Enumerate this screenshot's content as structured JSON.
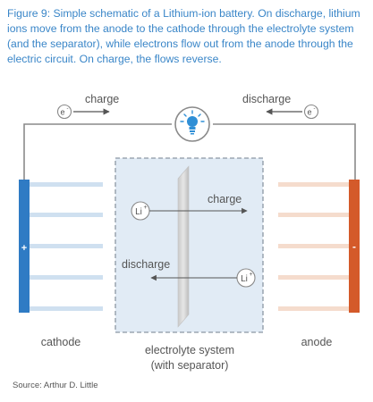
{
  "caption": "Figure 9: Simple schematic of a Lithium-ion battery. On discharge, lithium ions move from the anode to the cathode through the electrolyte system (and the separator), while electrons flow out from the anode through the electric circuit. On charge, the flows reverse.",
  "circuit": {
    "charge_label": "charge",
    "discharge_label": "discharge",
    "electron_left": "e",
    "electron_right": "e",
    "electron_superscript": "-"
  },
  "electrolyte": {
    "charge_label": "charge",
    "discharge_label": "discharge",
    "ion_top": "Li",
    "ion_bottom": "Li",
    "ion_superscript": "+"
  },
  "electrodes": {
    "cathode_sign": "+",
    "anode_sign": "-"
  },
  "labels": {
    "cathode": "cathode",
    "electrolyte_line1": "electrolyte system",
    "electrolyte_line2": "(with separator)",
    "anode": "anode"
  },
  "source": "Source: Arthur D. Little",
  "colors": {
    "caption": "#3a86c8",
    "cathode": "#2f7bc4",
    "cathode_plates": "#cfe0f0",
    "anode": "#d45a2a",
    "anode_plates": "#f5dccd",
    "electrolyte_fill": "#e1ebf5",
    "bulb": "#2f8fd6"
  },
  "icons": [
    "lightbulb-icon",
    "electron-icon",
    "lithium-ion-icon",
    "arrow-right-icon",
    "arrow-left-icon"
  ]
}
